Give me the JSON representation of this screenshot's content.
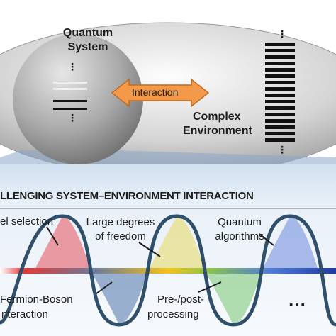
{
  "top": {
    "system_label_line1": "Quantum",
    "system_label_line2": "System",
    "interaction_label": "Interaction",
    "environment_label_line1": "Complex",
    "environment_label_line2": "Environment",
    "ellipsis": "⋮"
  },
  "bottom": {
    "title": "LLENGING SYSTEM–ENVIRONMENT INTERACTION",
    "labels": {
      "level_selection": "el selection",
      "large_degrees_line1": "Large degrees",
      "large_degrees_line2": "of freedom",
      "quantum_alg_line1": "Quantum",
      "quantum_alg_line2": "algorithms",
      "fermion_line1": "Fermion-Boson",
      "fermion_line2": "nteraction",
      "prepost_line1": "Pre-/post-",
      "prepost_line2": "processing",
      "more": "…"
    }
  },
  "colors": {
    "lobe_red": "#e88f98",
    "lobe_blue_dark": "#8ea6c9",
    "lobe_yellow": "#e8e39a",
    "lobe_green": "#a7d9a6",
    "lobe_blue": "#9db3e6",
    "arrow_orange": "#f39a4a",
    "wave": "#2f4f6a"
  }
}
